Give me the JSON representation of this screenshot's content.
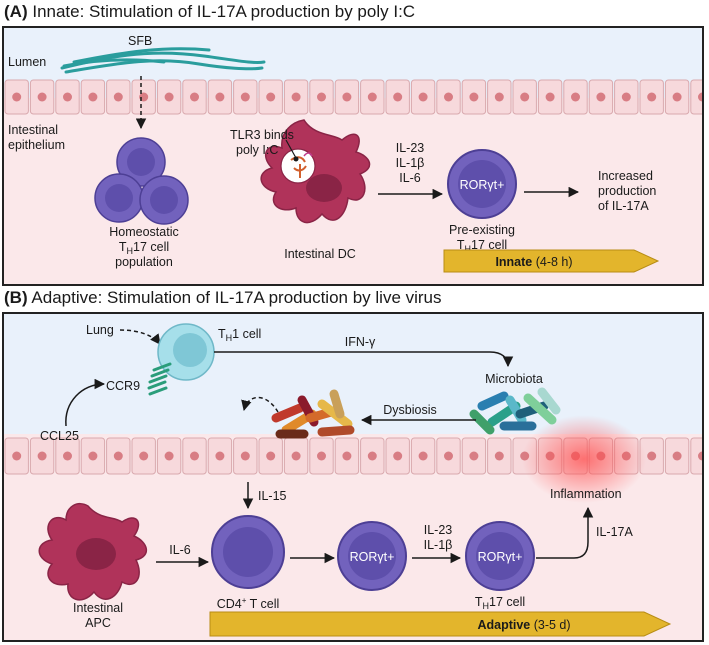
{
  "panel_a": {
    "title_prefix": "(A)",
    "title": "Innate: Stimulation of IL-17A production by poly I:C",
    "lumen": "Lumen",
    "sfb": "SFB",
    "epithelium": [
      "Intestinal",
      "epithelium"
    ],
    "homeostatic": [
      "Homeostatic",
      "T",
      "H",
      "17 cell",
      "population"
    ],
    "tlr3": [
      "TLR3 binds",
      "poly I:C"
    ],
    "dc": "Intestinal DC",
    "cytokines": [
      "IL-23",
      "IL-1β",
      "IL-6"
    ],
    "roryt": "RORγt+",
    "preexisting": [
      "Pre-existing",
      "T",
      "H",
      "17 cell"
    ],
    "increased": [
      "Increased",
      "production",
      "of IL-17A"
    ],
    "timeline_bold": "Innate",
    "timeline_rest": " (4-8 h)"
  },
  "panel_b": {
    "title_prefix": "(B)",
    "title": "Adaptive: Stimulation of IL-17A production by live virus",
    "lung": "Lung",
    "th1": [
      "T",
      "H",
      "1 cell"
    ],
    "ifn": "IFN-γ",
    "microbiota": "Microbiota",
    "ccr9": "CCR9",
    "ccl25": "CCL25",
    "dysbiosis": "Dysbiosis",
    "il15": "IL-15",
    "inflammation": "Inflammation",
    "il6": "IL-6",
    "apc": [
      "Intestinal",
      "APC"
    ],
    "cd4": [
      "CD4",
      "+",
      " T cell"
    ],
    "roryt1": "RORγt+",
    "cyto2": [
      "IL-23",
      "IL-1β"
    ],
    "roryt2": "RORγt+",
    "th17": [
      "T",
      "H",
      "17 cell"
    ],
    "il17a": "IL-17A",
    "timeline_bold": "Adaptive",
    "timeline_rest": " (3-5 d)"
  },
  "colors": {
    "lumen_bg": "#e9f1fb",
    "tissue_bg": "#fbe8ea",
    "cell": "#6f5eb7",
    "cell_dark": "#4d3f95",
    "dc": "#b0335a",
    "timeline": "#e3b52c",
    "sfb": "#2a9d9d",
    "th1": "#8fd3e3"
  }
}
